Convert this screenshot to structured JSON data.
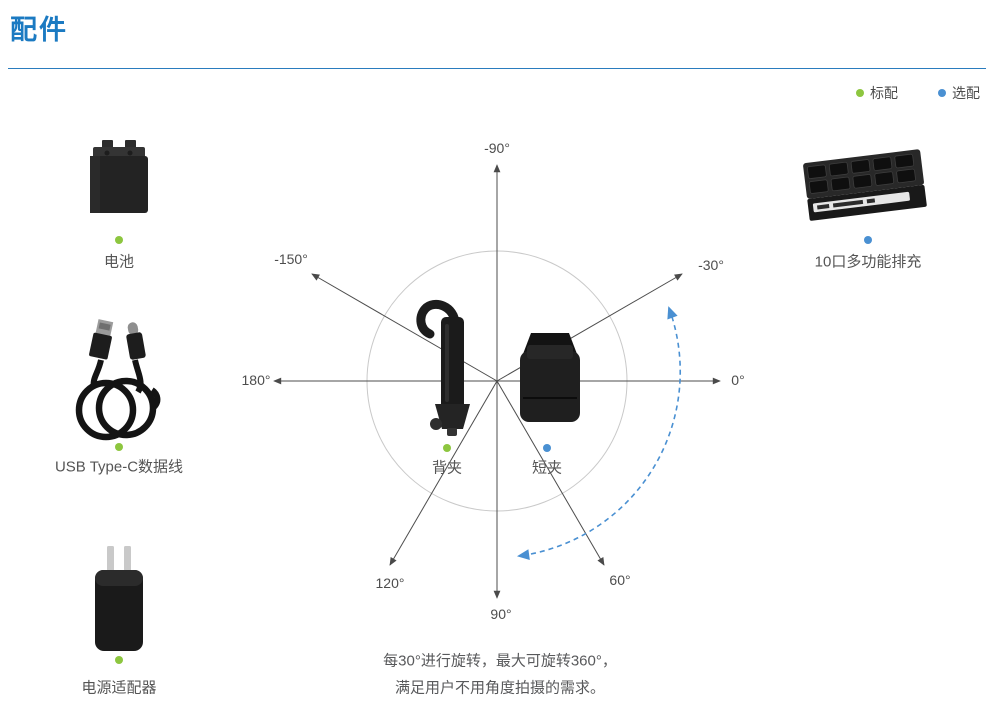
{
  "page": {
    "title": "配件"
  },
  "colors": {
    "accent_blue": "#1B7AC2",
    "standard_green": "#8DC63F",
    "optional_blue": "#4A90D2"
  },
  "legend": {
    "standard": {
      "label": "标配",
      "color": "#8DC63F"
    },
    "optional": {
      "label": "选配",
      "color": "#4A90D2"
    }
  },
  "accessories": [
    {
      "label": "电池",
      "config": "standard",
      "icon": "battery-image"
    },
    {
      "label": "USB Type-C数据线",
      "config": "standard",
      "icon": "usb-cable-image"
    },
    {
      "label": "电源适配器",
      "config": "standard",
      "icon": "power-adapter-image"
    },
    {
      "label": "10口多功能排充",
      "config": "optional",
      "icon": "multi-charger-image"
    }
  ],
  "rotation_diagram": {
    "angles": [
      "-90°",
      "-150°",
      "-30°",
      "180°",
      "0°",
      "120°",
      "60°",
      "90°"
    ],
    "clips": [
      {
        "label": "背夹",
        "config": "standard"
      },
      {
        "label": "短夹",
        "config": "optional"
      }
    ],
    "caption": {
      "line1": "每30°进行旋转，最大可旋转360°，",
      "line2": "满足用户不用角度拍摄的需求。"
    }
  }
}
